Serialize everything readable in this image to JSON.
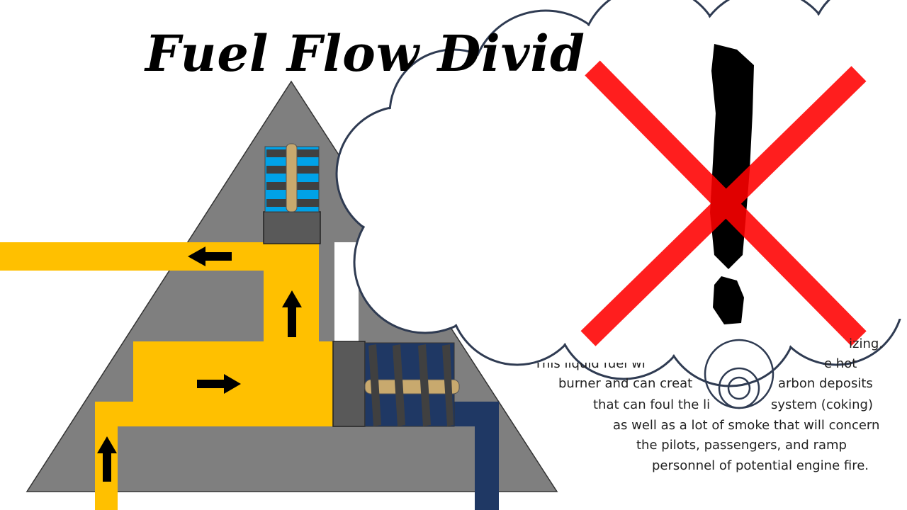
{
  "title": "Fuel Flow Divid",
  "colors": {
    "fuel": "#ffc000",
    "housing": "#7f7f7f",
    "valve_block": "#595959",
    "spring_light": "#00a2e8",
    "spring_dark": "#1f3864",
    "stem": "#c8a96e",
    "cross": "#ff0000"
  },
  "caption_lines": [
    "izing.",
    "This liquid fuel wi",
    "e hot",
    "burner and can creat",
    "arbon deposits",
    "that can foul the li",
    " system (coking)",
    "as well as a lot of smoke that will concern",
    "the pilots, passengers, and ramp",
    "personnel of potential engine fire."
  ]
}
